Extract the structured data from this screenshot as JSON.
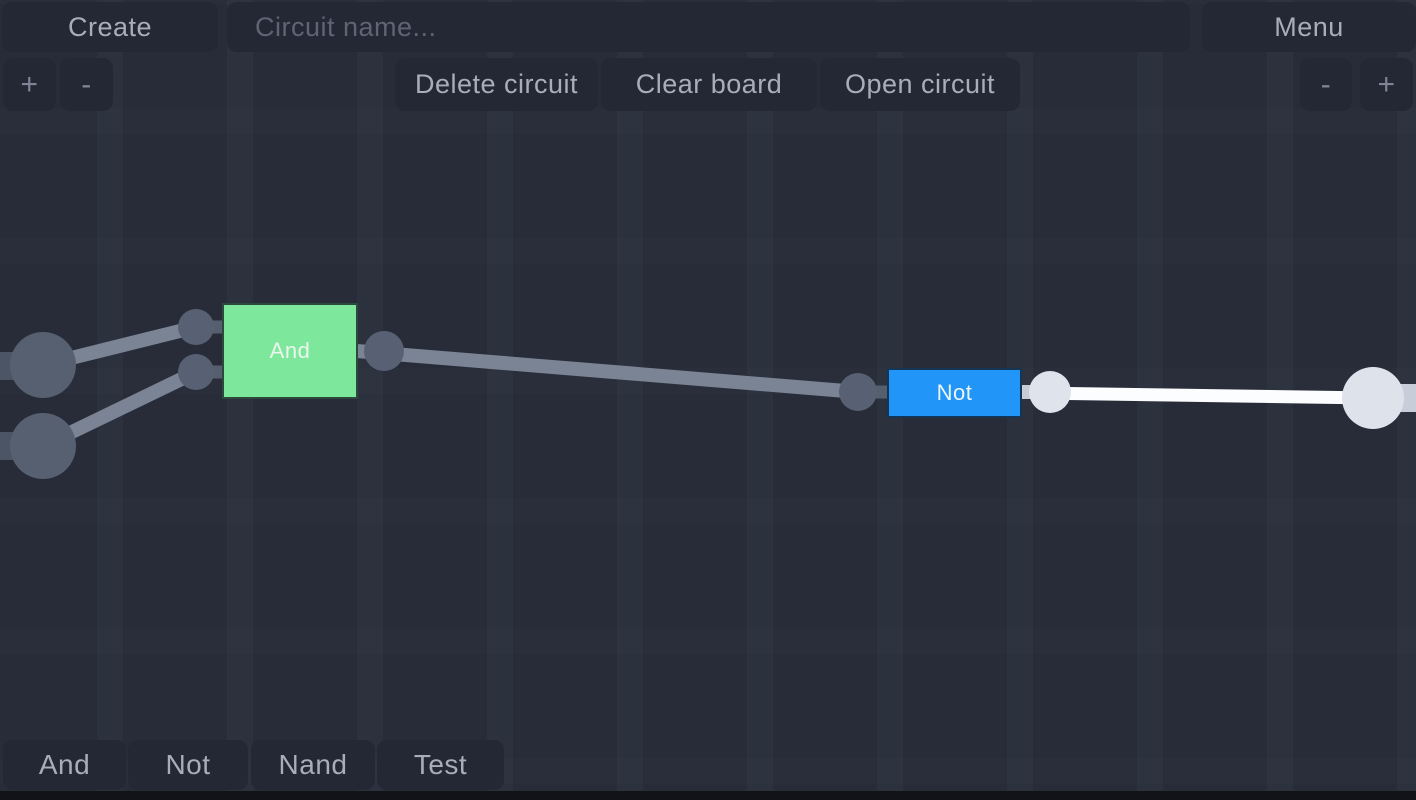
{
  "top_bar": {
    "create_label": "Create",
    "circuit_name_placeholder": "Circuit name...",
    "menu_label": "Menu"
  },
  "toolbar": {
    "delete_circuit_label": "Delete circuit",
    "clear_board_label": "Clear board",
    "open_circuit_label": "Open circuit",
    "zoom_plus_label": "+",
    "zoom_minus_label": "-"
  },
  "canvas": {
    "gates": [
      {
        "type": "and",
        "label": "And",
        "color": "#7DE89B"
      },
      {
        "type": "not",
        "label": "Not",
        "color": "#2196F8"
      }
    ],
    "inputs": [
      {
        "name": "input-terminal-1",
        "state": "off"
      },
      {
        "name": "input-terminal-2",
        "state": "off"
      }
    ],
    "outputs": [
      {
        "name": "output-terminal-1",
        "state": "on"
      }
    ]
  },
  "palette": {
    "items": [
      {
        "label": "And"
      },
      {
        "label": "Not"
      },
      {
        "label": "Nand"
      },
      {
        "label": "Test"
      }
    ]
  },
  "colors": {
    "background": "#2B303D",
    "button_bg": "#242835",
    "button_text": "#A7AEBA",
    "and_gate": "#7DE89B",
    "not_gate": "#2196F8",
    "wire_off": "#7B8494",
    "wire_on": "#FCFDFE",
    "node_off": "#566070",
    "node_on": "#DDE2EB"
  }
}
